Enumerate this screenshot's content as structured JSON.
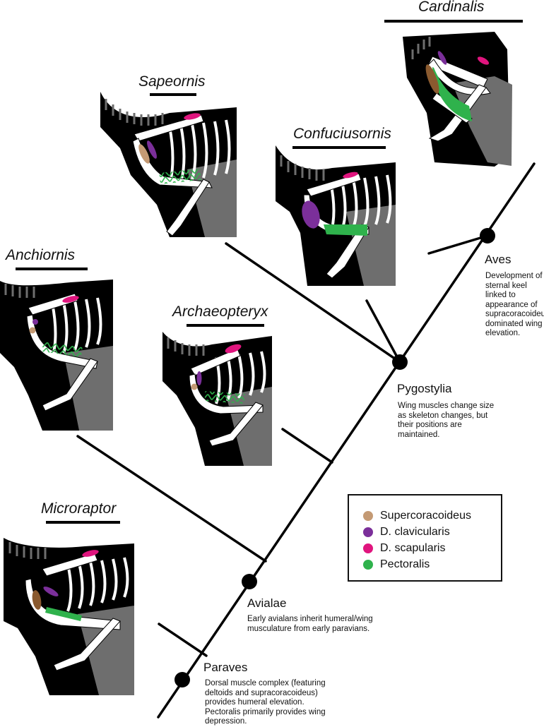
{
  "taxa": [
    {
      "id": "cardinalis",
      "name": "Cardinalis"
    },
    {
      "id": "sapeornis",
      "name": "Sapeornis"
    },
    {
      "id": "confuciusornis",
      "name": "Confuciusornis"
    },
    {
      "id": "anchiornis",
      "name": "Anchiornis"
    },
    {
      "id": "archaeopteryx",
      "name": "Archaeopteryx"
    },
    {
      "id": "microraptor",
      "name": "Microraptor"
    }
  ],
  "clades": [
    {
      "id": "aves",
      "name": "Aves",
      "note": "Development of sternal keel linked to appearance of supracoracoideus dominated wing elevation."
    },
    {
      "id": "pygostylia",
      "name": "Pygostylia",
      "note": "Wing muscles change size as skeleton changes, but their positions are maintained."
    },
    {
      "id": "avialae",
      "name": "Avialae",
      "note": "Early avialans inherit humeral/wing musculature from early paravians."
    },
    {
      "id": "paraves",
      "name": "Paraves",
      "note": "Dorsal muscle complex (featuring deltoids and supracoracoideus) provides humeral elevation. Pectoralis primarily provides wing depression."
    }
  ],
  "legend": [
    {
      "label": "Supercoracoideus",
      "color": "#c49a74"
    },
    {
      "label": "D. clavicularis",
      "color": "#7b2f9a"
    },
    {
      "label": "D. scapularis",
      "color": "#e0157e"
    },
    {
      "label": "Pectoralis",
      "color": "#2fb24c"
    }
  ],
  "colors": {
    "skeleton_fill": "#000000",
    "skeleton_gray": "#6e6e6e",
    "bone": "#ffffff",
    "line": "#000000"
  }
}
